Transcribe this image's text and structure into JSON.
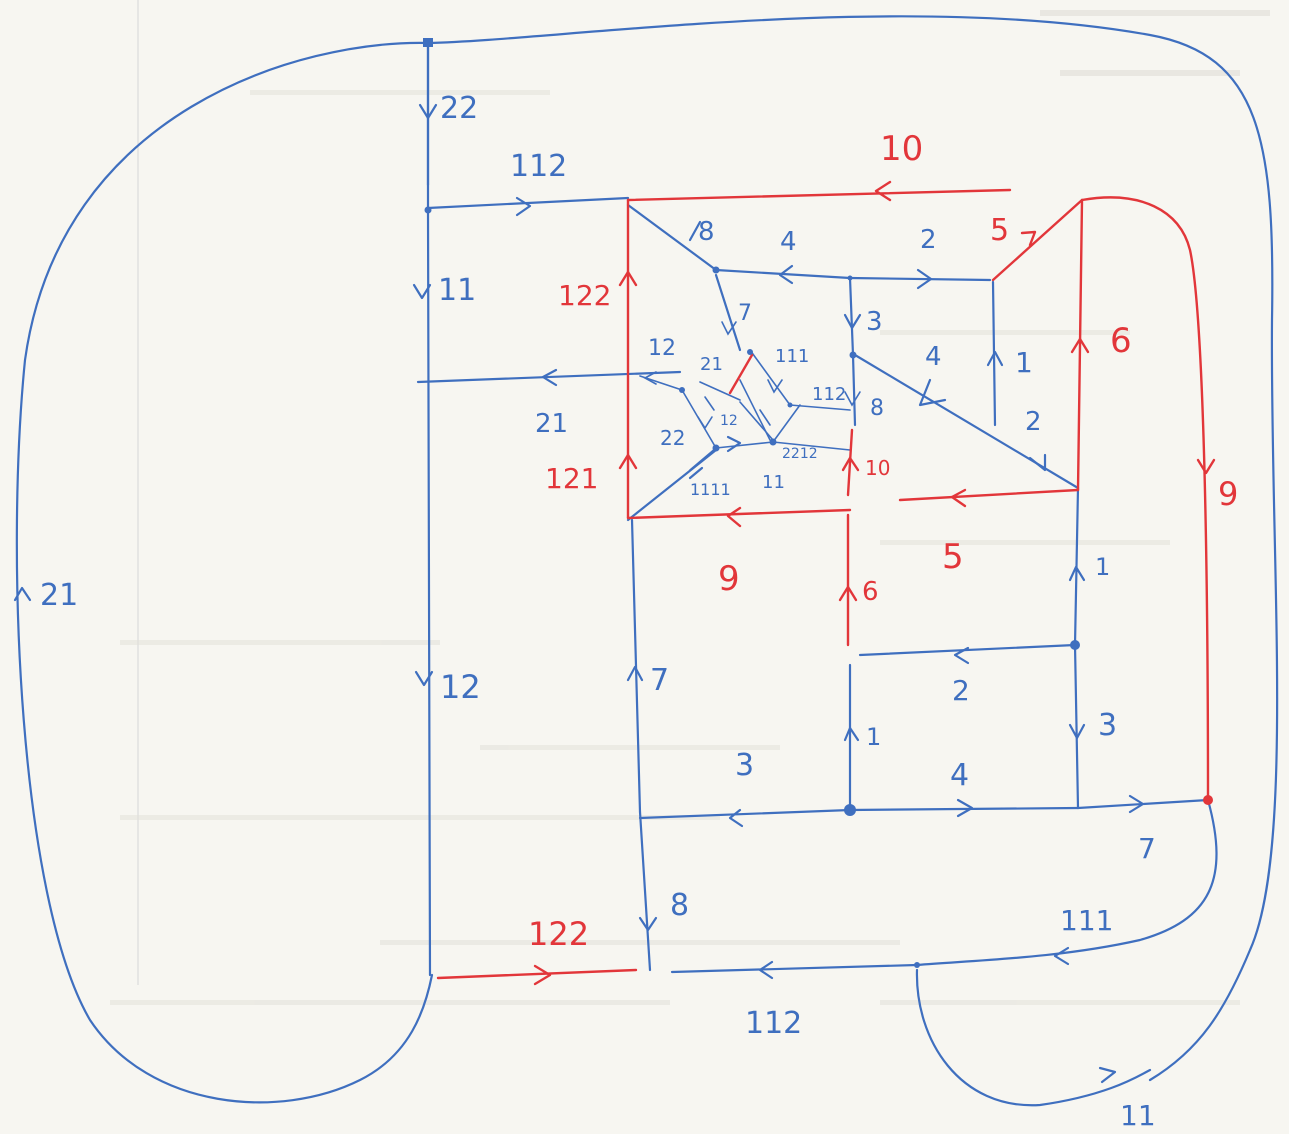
{
  "colors": {
    "blue": "#3f6fbf",
    "red": "#e2363a",
    "paper": "#f7f6f1",
    "ghost": "#c9c7c0",
    "margin_line": "#d6d6d6"
  },
  "labels": [
    {
      "id": "l-22-top",
      "text": "22",
      "color": "blue"
    },
    {
      "id": "l-112-top",
      "text": "112",
      "color": "blue"
    },
    {
      "id": "l-10-top",
      "text": "10",
      "color": "red"
    },
    {
      "id": "l-8-tl",
      "text": "8",
      "color": "blue"
    },
    {
      "id": "l-4-top",
      "text": "4",
      "color": "blue"
    },
    {
      "id": "l-2-top",
      "text": "2",
      "color": "blue"
    },
    {
      "id": "l-5-top",
      "text": "5",
      "color": "red"
    },
    {
      "id": "l-11-left",
      "text": "11",
      "color": "blue"
    },
    {
      "id": "l-122-left",
      "text": "122",
      "color": "red"
    },
    {
      "id": "l-7-in",
      "text": "7",
      "color": "blue"
    },
    {
      "id": "l-3-in",
      "text": "3",
      "color": "blue"
    },
    {
      "id": "l-12-in",
      "text": "12",
      "color": "blue"
    },
    {
      "id": "l-21-in",
      "text": "21",
      "color": "blue"
    },
    {
      "id": "l-111-in",
      "text": "111",
      "color": "blue"
    },
    {
      "id": "l-4-mid",
      "text": "4",
      "color": "blue"
    },
    {
      "id": "l-1-mid",
      "text": "1",
      "color": "blue"
    },
    {
      "id": "l-6-right",
      "text": "6",
      "color": "red"
    },
    {
      "id": "l-21-left",
      "text": "21",
      "color": "blue"
    },
    {
      "id": "l-112-in",
      "text": "112",
      "color": "blue"
    },
    {
      "id": "l-8-in",
      "text": "8",
      "color": "blue"
    },
    {
      "id": "l-12-small",
      "text": "12",
      "color": "blue"
    },
    {
      "id": "l-22-in",
      "text": "22",
      "color": "blue"
    },
    {
      "id": "l-2212",
      "text": "2212",
      "color": "blue"
    },
    {
      "id": "l-2-mid",
      "text": "2",
      "color": "blue"
    },
    {
      "id": "l-121",
      "text": "121",
      "color": "red"
    },
    {
      "id": "l-10-in",
      "text": "10",
      "color": "red"
    },
    {
      "id": "l-1111",
      "text": "1111",
      "color": "blue"
    },
    {
      "id": "l-11-in",
      "text": "11",
      "color": "blue"
    },
    {
      "id": "l-9-right",
      "text": "9",
      "color": "red"
    },
    {
      "id": "l-9-bottom",
      "text": "9",
      "color": "red"
    },
    {
      "id": "l-5-bottom",
      "text": "5",
      "color": "red"
    },
    {
      "id": "l-1-r",
      "text": "1",
      "color": "blue"
    },
    {
      "id": "l-6-bottom",
      "text": "6",
      "color": "red"
    },
    {
      "id": "l-21-outer",
      "text": "21",
      "color": "blue"
    },
    {
      "id": "l-12-left",
      "text": "12",
      "color": "blue"
    },
    {
      "id": "l-7-left",
      "text": "7",
      "color": "blue"
    },
    {
      "id": "l-2-low",
      "text": "2",
      "color": "blue"
    },
    {
      "id": "l-1-low",
      "text": "1",
      "color": "blue"
    },
    {
      "id": "l-3-right",
      "text": "3",
      "color": "blue"
    },
    {
      "id": "l-3-low",
      "text": "3",
      "color": "blue"
    },
    {
      "id": "l-4-low",
      "text": "4",
      "color": "blue"
    },
    {
      "id": "l-7-br",
      "text": "7",
      "color": "blue"
    },
    {
      "id": "l-8-bottom",
      "text": "8",
      "color": "blue"
    },
    {
      "id": "l-122-bottom",
      "text": "122",
      "color": "red"
    },
    {
      "id": "l-111-br",
      "text": "111",
      "color": "blue"
    },
    {
      "id": "l-112-bottom",
      "text": "112",
      "color": "blue"
    },
    {
      "id": "l-11-bottom",
      "text": "11",
      "color": "blue"
    }
  ]
}
